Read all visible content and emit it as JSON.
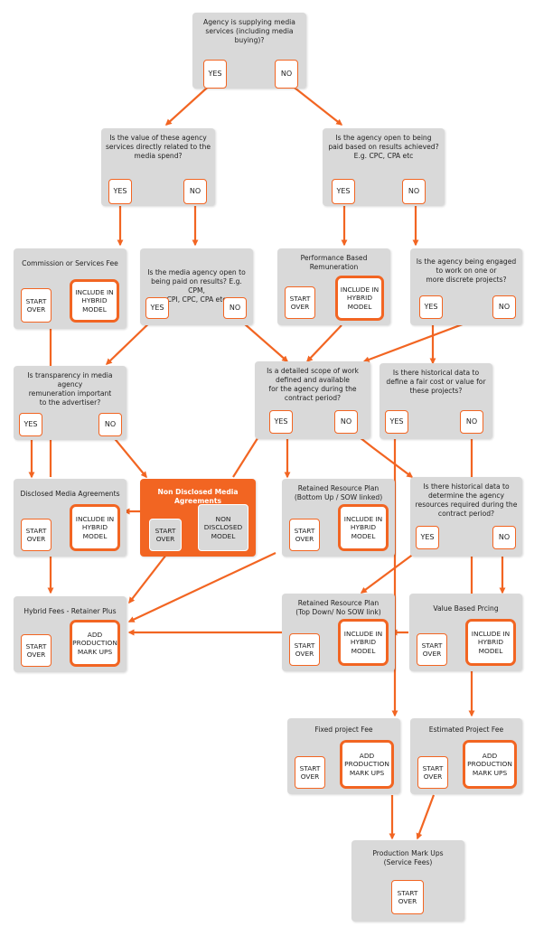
{
  "colors": {
    "accent": "#f26522",
    "node_bg": "#d9d9d9",
    "highlight_bg": "#f26522"
  },
  "nodes": {
    "q1": {
      "text": "Agency is supplying media\nservices (including media buying)?",
      "yes": "YES",
      "no": "NO"
    },
    "q2": {
      "text": "Is the value of these agency\nservices directly related to the\nmedia spend?",
      "yes": "YES",
      "no": "NO"
    },
    "q3": {
      "text": "Is the agency open to being\npaid based on results achieved?\nE.g. CPC, CPA etc",
      "yes": "YES",
      "no": "NO"
    },
    "commission": {
      "text": "Commission or Services Fee",
      "start": "START\nOVER",
      "include": "INCLUDE IN\nHYBRID\nMODEL"
    },
    "q4": {
      "text": "Is the media agency open to\nbeing paid on results? E.g. CPM,\nCPI, CPC, CPA etc",
      "yes": "YES",
      "no": "NO"
    },
    "perf": {
      "text": "Performance Based\nRemuneration",
      "start": "START\nOVER",
      "include": "INCLUDE IN\nHYBRID\nMODEL"
    },
    "q5": {
      "text": "Is the agency being engaged\nto work on one or\nmore discrete projects?",
      "yes": "YES",
      "no": "NO"
    },
    "q6": {
      "text": "Is transparency in media agency\nremuneration important\nto the advertiser?",
      "yes": "YES",
      "no": "NO"
    },
    "q7": {
      "text": "Is a detailed scope of work\ndefined and available\nfor the agency during the\ncontract period?",
      "yes": "YES",
      "no": "NO"
    },
    "q8": {
      "text": "Is there historical data to\ndefine a fair cost or value for\nthese projects?",
      "yes": "YES",
      "no": "NO"
    },
    "disclosed": {
      "text": "Disclosed Media Agreements",
      "start": "START\nOVER",
      "include": "INCLUDE IN\nHYBRID\nMODEL"
    },
    "nondisclosed": {
      "text": "Non Disclosed Media Agreements",
      "start": "START\nOVER",
      "model": "NON\nDISCLOSED\nMODEL"
    },
    "retained_bu": {
      "text": "Retained Resource Plan\n(Bottom Up / SOW linked)",
      "start": "START\nOVER",
      "include": "INCLUDE IN\nHYBRID\nMODEL"
    },
    "q9": {
      "text": "Is there historical data to\ndetermine the agency\nresources required during the\ncontract period?",
      "yes": "YES",
      "no": "NO"
    },
    "hybrid": {
      "text": "Hybrid Fees - Retainer Plus",
      "start": "START\nOVER",
      "add": "ADD\nPRODUCTION\nMARK UPS"
    },
    "retained_td": {
      "text": "Retained Resource Plan\n(Top Down/ No SOW link)",
      "start": "START\nOVER",
      "include": "INCLUDE IN\nHYBRID\nMODEL"
    },
    "value": {
      "text": "Value Based Prcing",
      "start": "START\nOVER",
      "include": "INCLUDE IN\nHYBRID\nMODEL"
    },
    "fixed": {
      "text": "Fixed project Fee",
      "start": "START\nOVER",
      "add": "ADD\nPRODUCTION\nMARK UPS"
    },
    "estimated": {
      "text": "Estimated Project Fee",
      "start": "START\nOVER",
      "add": "ADD\nPRODUCTION\nMARK UPS"
    },
    "production": {
      "text": "Production Mark Ups\n(Service Fees)",
      "start": "START\nOVER"
    }
  }
}
